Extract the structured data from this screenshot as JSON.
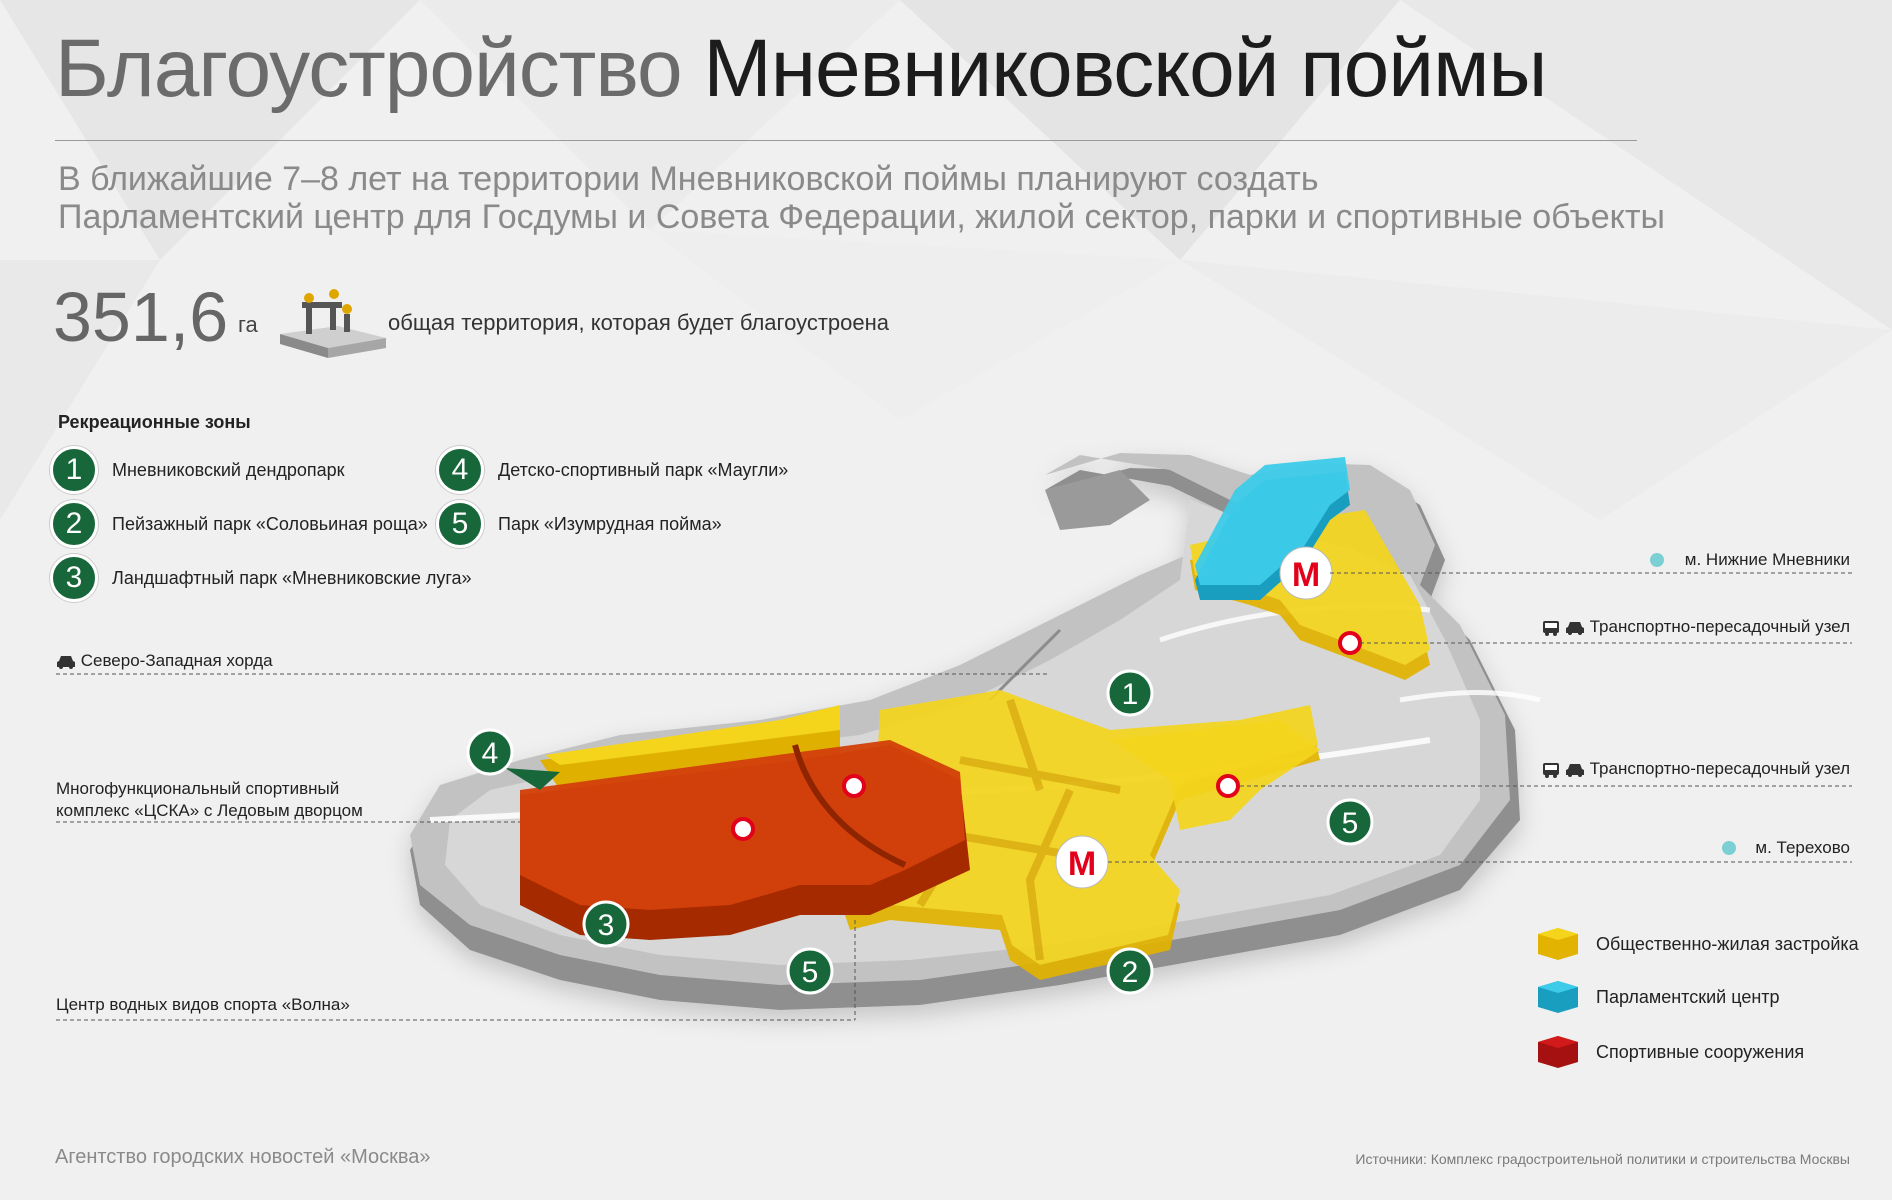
{
  "header": {
    "title_thin": "Благоустройство",
    "title_bold": "Мневниковской поймы",
    "subtitle_line1": "В ближайшие 7–8 лет на территории Мневниковской поймы планируют создать",
    "subtitle_line2": "Парламентский центр для Госдумы и Совета Федерации, жилой сектор, парки и спортивные объекты"
  },
  "stat": {
    "value": "351,6",
    "unit": "га",
    "description": "общая территория, которая будет благоустроена",
    "icon": "workers-on-platform-icon"
  },
  "zones": {
    "title": "Рекреационные зоны",
    "items": [
      {
        "num": "1",
        "label": "Мневниковский дендропарк"
      },
      {
        "num": "2",
        "label": "Пейзажный парк «Соловьиная роща»"
      },
      {
        "num": "3",
        "label": "Ландшафтный парк «Мневниковские луга»"
      },
      {
        "num": "4",
        "label": "Детско-спортивный парк «Маугли»"
      },
      {
        "num": "5",
        "label": "Парк «Изумрудная пойма»"
      }
    ]
  },
  "callouts": {
    "chord": "Северо-Западная хорда",
    "cska_line1": "Многофункциональный спортивный",
    "cska_line2": "комплекс «ЦСКА» с Ледовым дворцом",
    "volna": "Центр водных видов спорта «Волна»",
    "metro_north": "м. Нижние Мневники",
    "transport1": "Транспортно-пересадочный узел",
    "transport2": "Транспортно-пересадочный узел",
    "metro_south": "м. Терехово"
  },
  "map_labels": {
    "metro_letter": "М",
    "zone1": "1",
    "zone2": "2",
    "zone3": "3",
    "zone4": "4",
    "zone5a": "5",
    "zone5b": "5"
  },
  "legend": [
    {
      "label": "Общественно-жилая застройка",
      "color": "#f2d21a"
    },
    {
      "label": "Парламентский центр",
      "color": "#35c6e6"
    },
    {
      "label": "Спортивные сооружения",
      "color": "#d21a1a"
    }
  ],
  "colors": {
    "zone_green": "#17673a",
    "residential": "#f2d21a",
    "parliament": "#35c6e6",
    "sports": "#c43a06",
    "metro_red": "#e3001b",
    "metro_dot": "#7ccfd3"
  },
  "footer": {
    "agency": "Агентство городских новостей «Москва»",
    "source": "Источники: Комплекс градостроительной политики и строительства Москвы"
  }
}
